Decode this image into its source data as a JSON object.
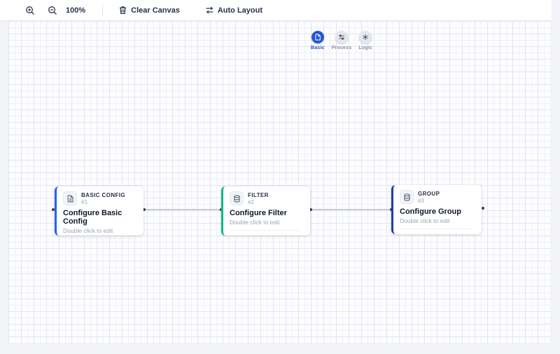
{
  "toolbar": {
    "zoom_level": "100%",
    "clear_canvas_label": "Clear Canvas",
    "auto_layout_label": "Auto Layout"
  },
  "palette": {
    "items": [
      {
        "label": "Basic",
        "icon": "document-icon",
        "active": true
      },
      {
        "label": "Process",
        "icon": "sliders-icon",
        "active": false
      },
      {
        "label": "Logic",
        "icon": "asterisk-gear-icon",
        "active": false
      }
    ]
  },
  "nodes": [
    {
      "type_label": "BASIC CONFIG",
      "index_label": "#1",
      "title": "Configure Basic Config",
      "hint": "Double click to edit",
      "icon": "file-icon",
      "accent_color": "#2563eb"
    },
    {
      "type_label": "FILTER",
      "index_label": "#2",
      "title": "Configure Filter",
      "hint": "Double click to edit",
      "icon": "database-icon",
      "accent_color": "#12b886"
    },
    {
      "type_label": "GROUP",
      "index_label": "#3",
      "title": "Configure Group",
      "hint": "Double click to edit",
      "icon": "database-icon",
      "accent_color": "#1e40af"
    }
  ],
  "edges": [
    {
      "from": "#1",
      "to": "#2"
    },
    {
      "from": "#2",
      "to": "#3"
    }
  ],
  "colors": {
    "active_palette_blue": "#2457d6",
    "toolbar_text": "#26334d",
    "edge_gray": "#c9cdd6",
    "canvas_grid_major": "#e2e5ee",
    "canvas_grid_minor": "#eff1f7"
  }
}
